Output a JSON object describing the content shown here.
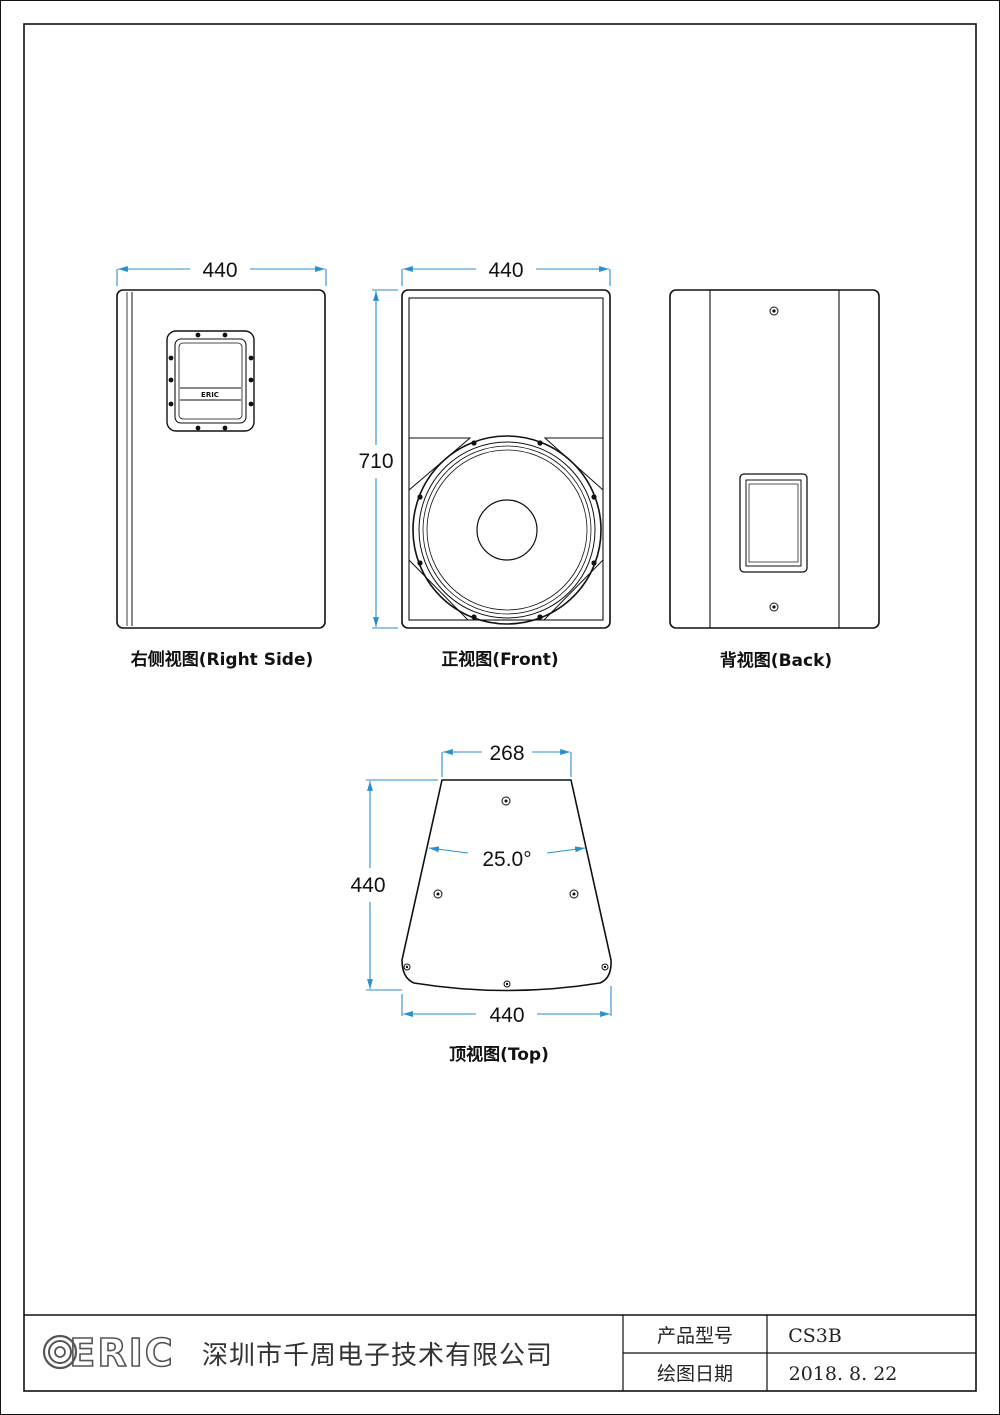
{
  "views": {
    "right_side": {
      "caption": "右侧视图(Right Side)",
      "width_dim": "440",
      "badge": "ERIC"
    },
    "front": {
      "caption": "正视图(Front)",
      "width_dim": "440",
      "height_dim": "710"
    },
    "back": {
      "caption": "背视图(Back)"
    },
    "top": {
      "caption": "顶视图(Top)",
      "top_width_dim": "268",
      "depth_dim": "440",
      "bottom_width_dim": "440",
      "angle_dim": "25.0°"
    }
  },
  "title_block": {
    "logo_text": "ERIC",
    "company": "深圳市千周电子技术有限公司",
    "model_label": "产品型号",
    "model_value": "CS3B",
    "date_label": "绘图日期",
    "date_value": "2018. 8. 22"
  },
  "colors": {
    "dimension": "#2a8fcf",
    "outline": "#111111"
  }
}
